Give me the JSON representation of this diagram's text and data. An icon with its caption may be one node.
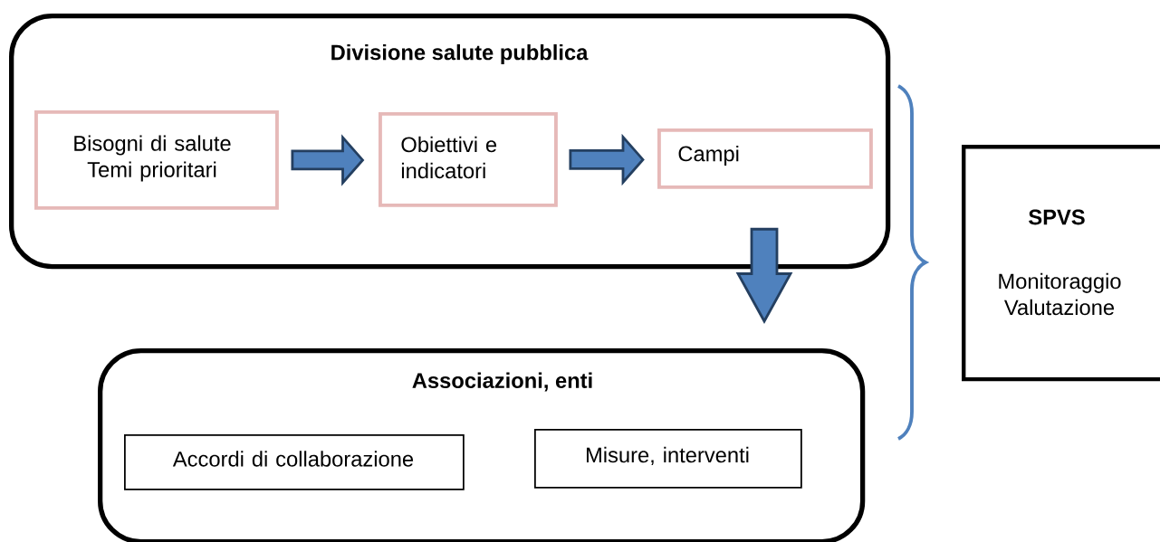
{
  "diagram": {
    "nodes": [
      {
        "text": [
          "Divisione salute pubblica"
        ]
      },
      {
        "text": [
          "Bisogni di salute Temi prioritari"
        ],
        "in": 0
      },
      {
        "text": [
          "Obiettivi e indicatori"
        ],
        "in": 0
      },
      {
        "text": [
          "Campi"
        ],
        "in": 0
      },
      {
        "text": [
          "Associazioni, enti"
        ]
      },
      {
        "text": [
          "Accordi di collaborazione"
        ],
        "in": 4
      },
      {
        "text": [
          "Misure, interventi"
        ],
        "in": 4
      },
      {
        "text": [
          "SPVS",
          "Monitoraggio Valutazione"
        ]
      }
    ],
    "edges": [
      {
        "from": 1,
        "to": 2,
        "arrow": "to"
      },
      {
        "from": 2,
        "to": 3,
        "arrow": "to"
      },
      {
        "from": 0,
        "to": 4,
        "arrow": "to"
      }
    ]
  }
}
